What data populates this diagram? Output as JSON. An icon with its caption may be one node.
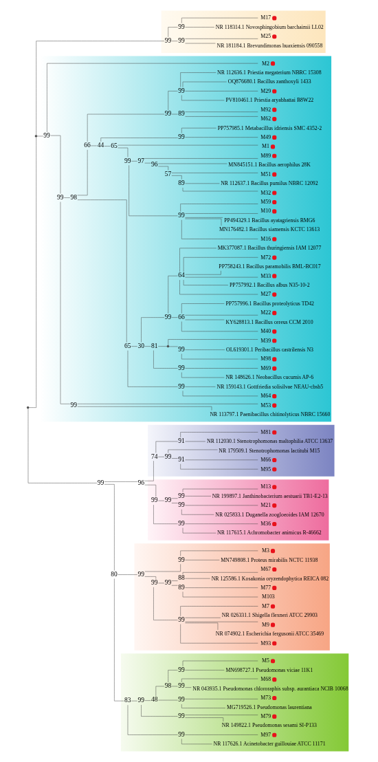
{
  "diagram": {
    "nodes": [
      {
        "text": [],
        "shape": "band"
      },
      {
        "text": [],
        "shape": "band"
      },
      {
        "text": [],
        "shape": "band"
      },
      {
        "text": [],
        "shape": "band"
      },
      {
        "text": [],
        "shape": "band"
      },
      {
        "text": [],
        "shape": "band"
      },
      {
        "text": [
          "NR 112636.1 Priestia megaterium NBRC 15308"
        ],
        "in": 0
      },
      {
        "text": [
          "OQ876680.1 Bacillus zanthoxyli 1433"
        ],
        "in": 0
      },
      {
        "text": [
          "M29"
        ],
        "in": 0
      },
      {
        "text": [
          "PV810461.1 Priestia aryabhattai B8W22"
        ],
        "in": 0
      },
      {
        "text": [
          "M92"
        ],
        "in": 0
      },
      {
        "text": [
          "M62"
        ],
        "in": 0
      },
      {
        "text": [
          "PP757985.1 Metabacillus idriensis SMC 4352-2"
        ],
        "in": 0
      },
      {
        "text": [
          "M49"
        ],
        "in": 0
      },
      {
        "text": [
          "M1"
        ],
        "in": 0
      },
      {
        "text": [
          "NR 112637.1 Bacillus pumilus NBRC 12092"
        ],
        "in": 0
      },
      {
        "text": [
          "M32"
        ],
        "in": 0
      },
      {
        "text": [
          "M51"
        ],
        "in": 0
      },
      {
        "text": [
          "MN845151.1 Bacillus aerophilus 28K"
        ],
        "in": 0
      },
      {
        "text": [
          "M89"
        ],
        "in": 0
      },
      {
        "text": [
          "M59"
        ],
        "in": 0
      },
      {
        "text": [
          "M10"
        ],
        "in": 0
      },
      {
        "text": [
          "PP494329.1 Bacillus ayatagriensis RMG6"
        ],
        "in": 0
      },
      {
        "text": [
          "MN176482.1 Bacillus siamensis KCTC 13613"
        ],
        "in": 0
      },
      {
        "text": [
          "M16"
        ],
        "in": 0
      },
      {
        "text": [
          "MK377087.1 Bacillus thuringiensis IAM 12077"
        ],
        "in": 0
      },
      {
        "text": [
          "M72"
        ],
        "in": 0
      },
      {
        "text": [
          "PP758243.1 Bacillus paramobilis BML-BC017"
        ],
        "in": 0
      },
      {
        "text": [
          "M33"
        ],
        "in": 0
      },
      {
        "text": [
          "PP757992.1 Bacillus albus N35-10-2"
        ],
        "in": 0
      },
      {
        "text": [
          "M27"
        ],
        "in": 0
      },
      {
        "text": [
          "PP757996.1 Bacillus proteolyticus TD42"
        ],
        "in": 0
      },
      {
        "text": [
          "M22"
        ],
        "in": 0
      },
      {
        "text": [
          "KY628813.1 Bacillus cereus CCM 2010"
        ],
        "in": 0
      },
      {
        "text": [
          "M40"
        ],
        "in": 0
      },
      {
        "text": [
          "OL619301.1 Peribacillus castrilensis N3"
        ],
        "in": 0
      },
      {
        "text": [
          "M98"
        ],
        "in": 0
      },
      {
        "text": [
          "M39"
        ],
        "in": 0
      },
      {
        "text": [
          "M69"
        ],
        "in": 0
      },
      {
        "text": [
          "NR 148626.1 Neobacillus cucumis AP-6"
        ],
        "in": 0
      },
      {
        "text": [
          "NR 159143.1 Gottfriedia solisilvae NEAU-cbsb5"
        ],
        "in": 0
      },
      {
        "text": [
          "M64"
        ],
        "in": 0
      },
      {
        "text": [
          "M53"
        ],
        "in": 0
      },
      {
        "text": [
          "NR 113797.1 Paenibacillus chitinolyticus NBRC 15660"
        ],
        "in": 0
      },
      {
        "text": [
          "M2"
        ],
        "in": 0
      },
      {
        "text": [
          "M17"
        ],
        "in": 1
      },
      {
        "text": [
          "NR 118314.1 Novosphingobium barchaimii LL02"
        ],
        "in": 1
      },
      {
        "text": [
          "M25"
        ],
        "in": 1
      },
      {
        "text": [
          "NR 181184.1 Brevundimonas huaxiensis 090558"
        ],
        "in": 1
      },
      {
        "text": [
          "M13"
        ],
        "in": 2
      },
      {
        "text": [
          "NR 199897.1 Janthinobacterium aestuarii TB1-E2-13"
        ],
        "in": 2
      },
      {
        "text": [
          "M21"
        ],
        "in": 2
      },
      {
        "text": [
          "NR 025833.1 Duganella zoogloeoides IAM 12670"
        ],
        "in": 2
      },
      {
        "text": [
          "M36"
        ],
        "in": 2
      },
      {
        "text": [
          "NR 117615.1 Achromobacter animicus R-46662"
        ],
        "in": 2
      },
      {
        "text": [
          "M81"
        ],
        "in": 3
      },
      {
        "text": [
          "NR 112030.1 Stenotrophomonas maltophilia ATCC 13637"
        ],
        "in": 3
      },
      {
        "text": [
          "NR 179509.1 Stenotrophomonas lactitubi M15"
        ],
        "in": 3
      },
      {
        "text": [
          "M66"
        ],
        "in": 3
      },
      {
        "text": [
          "M95"
        ],
        "in": 3
      },
      {
        "text": [
          "M5"
        ],
        "in": 4
      },
      {
        "text": [
          "MN698727.1 Pseudomonas viciae 11K1"
        ],
        "in": 4
      },
      {
        "text": [
          "M68"
        ],
        "in": 4
      },
      {
        "text": [
          "NR 043935.1 Pseudomonas chlororaphis subsp. aurantiaca NCIB 10068"
        ],
        "in": 4
      },
      {
        "text": [
          "M73"
        ],
        "in": 4
      },
      {
        "text": [
          "MG719526.1 Pseudomonas laurentiana"
        ],
        "in": 4
      },
      {
        "text": [
          "M79"
        ],
        "in": 4
      },
      {
        "text": [
          "NR 149822.1 Pseudomonas sesami SI-P133"
        ],
        "in": 4
      },
      {
        "text": [
          "M97"
        ],
        "in": 4
      },
      {
        "text": [
          "NR 117626.1 Acinetobacter guillouiae ATCC 11171"
        ],
        "in": 4
      },
      {
        "text": [
          "M3"
        ],
        "in": 5
      },
      {
        "text": [
          "MN749808.1 Proteus mirabilis NCTC 11938"
        ],
        "in": 5
      },
      {
        "text": [
          "M67"
        ],
        "in": 5
      },
      {
        "text": [
          "NR 125586.1 Kosakonia oryzendophytica REICA 082"
        ],
        "in": 5
      },
      {
        "text": [
          "M77"
        ],
        "in": 5
      },
      {
        "text": [
          "M103"
        ],
        "in": 5
      },
      {
        "text": [
          "M7"
        ],
        "in": 5
      },
      {
        "text": [
          "NR 026331.1 Shigella flexneri ATCC 29903"
        ],
        "in": 5
      },
      {
        "text": [
          "M9"
        ],
        "in": 5
      },
      {
        "text": [
          "NR 074902.1 Escherichia fergusonii ATCC 35469"
        ],
        "in": 5
      },
      {
        "text": [
          "M93"
        ],
        "in": 5
      },
      {
        "text": [],
        "shape": "point"
      },
      {
        "text": [],
        "shape": "point"
      },
      {
        "text": [
          "99"
        ],
        "in": 0
      },
      {
        "text": [
          "99"
        ],
        "in": 0
      },
      {
        "text": [
          "98"
        ],
        "in": 0
      },
      {
        "text": [
          "66"
        ],
        "in": 0
      },
      {
        "text": [
          "99"
        ],
        "in": 0
      },
      {
        "text": [
          "99"
        ],
        "in": 0
      },
      {
        "text": [
          "89"
        ],
        "in": 0
      },
      {
        "text": [
          "44"
        ],
        "in": 0
      },
      {
        "text": [
          "99"
        ],
        "in": 0
      },
      {
        "text": [
          "65"
        ],
        "in": 0
      },
      {
        "text": [
          "99"
        ],
        "in": 0
      },
      {
        "text": [
          "97"
        ],
        "in": 0
      },
      {
        "text": [
          "96"
        ],
        "in": 0
      },
      {
        "text": [
          "57"
        ],
        "in": 0
      },
      {
        "text": [
          "89"
        ],
        "in": 0
      },
      {
        "text": [
          "99"
        ],
        "in": 0
      },
      {
        "text": [
          "65"
        ],
        "in": 0
      },
      {
        "text": [
          "30"
        ],
        "in": 0
      },
      {
        "text": [
          "99"
        ],
        "in": 0
      },
      {
        "text": [
          "64"
        ],
        "in": 0
      },
      {
        "text": [
          "66"
        ],
        "in": 0
      },
      {
        "text": [
          "81"
        ],
        "in": 0
      },
      {
        "text": [],
        "shape": "point",
        "in": 0
      },
      {
        "text": [
          "99"
        ],
        "in": 0
      },
      {
        "text": [
          "99"
        ],
        "in": 0
      },
      {
        "text": [
          "99"
        ],
        "in": 0
      },
      {
        "text": [
          "99"
        ],
        "in": 0
      },
      {
        "text": [
          "99"
        ],
        "in": 1
      },
      {
        "text": [
          "99"
        ],
        "in": 1
      },
      {
        "text": [
          "99"
        ],
        "in": 1
      },
      {
        "text": [
          "99"
        ],
        "in": 2
      },
      {
        "text": [
          "99"
        ],
        "in": 2
      },
      {
        "text": [
          "99"
        ],
        "in": 2
      },
      {
        "text": [
          "99"
        ],
        "in": 2
      },
      {
        "text": [
          "99"
        ],
        "in": 2
      },
      {
        "text": [
          "96"
        ]
      },
      {
        "text": [
          "74"
        ],
        "in": 3
      },
      {
        "text": [
          "91"
        ],
        "in": 3
      },
      {
        "text": [
          "99"
        ],
        "in": 3
      },
      {
        "text": [
          "91"
        ],
        "in": 3
      },
      {
        "text": [
          "99"
        ]
      },
      {
        "text": [
          "80"
        ]
      },
      {
        "text": [
          "83"
        ],
        "in": 4
      },
      {
        "text": [
          "99"
        ],
        "in": 4
      },
      {
        "text": [
          "48"
        ],
        "in": 4
      },
      {
        "text": [
          "98"
        ],
        "in": 4
      },
      {
        "text": [
          "99"
        ],
        "in": 4
      },
      {
        "text": [
          "99"
        ],
        "in": 4
      },
      {
        "text": [
          "99"
        ],
        "in": 4
      },
      {
        "text": [
          "99"
        ],
        "in": 4
      },
      {
        "text": [
          "99"
        ],
        "in": 4
      },
      {
        "text": [
          "99"
        ],
        "in": 5
      },
      {
        "text": [
          "99"
        ],
        "in": 5
      },
      {
        "text": [
          "99"
        ],
        "in": 5
      },
      {
        "text": [
          "99"
        ],
        "in": 5
      },
      {
        "text": [
          "88"
        ],
        "in": 5
      },
      {
        "text": [
          "89"
        ],
        "in": 5
      },
      {
        "text": [
          "99"
        ],
        "in": 5
      }
    ],
    "edges": [
      {
        "from": 81,
        "to": 82,
        "arrow": "none"
      },
      {
        "from": 81,
        "to": 123,
        "arrow": "none"
      },
      {
        "from": 82,
        "to": 83,
        "arrow": "none"
      },
      {
        "from": 82,
        "to": 110,
        "arrow": "none"
      },
      {
        "from": 83,
        "to": 84,
        "arrow": "none"
      },
      {
        "from": 83,
        "to": 44,
        "arrow": "none"
      },
      {
        "from": 84,
        "to": 85,
        "arrow": "none"
      },
      {
        "from": 84,
        "to": 109,
        "arrow": "none"
      },
      {
        "from": 85,
        "to": 86,
        "arrow": "none"
      },
      {
        "from": 85,
        "to": 99,
        "arrow": "none"
      },
      {
        "from": 86,
        "to": 87,
        "arrow": "none"
      },
      {
        "from": 86,
        "to": 90,
        "arrow": "none"
      },
      {
        "from": 87,
        "to": 88,
        "arrow": "none"
      },
      {
        "from": 87,
        "to": 89,
        "arrow": "none"
      },
      {
        "from": 88,
        "to": 6,
        "arrow": "none"
      },
      {
        "from": 88,
        "to": 7,
        "arrow": "none"
      },
      {
        "from": 88,
        "to": 8,
        "arrow": "none"
      },
      {
        "from": 88,
        "to": 9,
        "arrow": "none"
      },
      {
        "from": 89,
        "to": 10,
        "arrow": "none"
      },
      {
        "from": 89,
        "to": 11,
        "arrow": "none"
      },
      {
        "from": 90,
        "to": 91,
        "arrow": "none"
      },
      {
        "from": 90,
        "to": 92,
        "arrow": "none"
      },
      {
        "from": 91,
        "to": 12,
        "arrow": "none"
      },
      {
        "from": 91,
        "to": 13,
        "arrow": "none"
      },
      {
        "from": 92,
        "to": 14,
        "arrow": "none"
      },
      {
        "from": 92,
        "to": 93,
        "arrow": "none"
      },
      {
        "from": 93,
        "to": 94,
        "arrow": "none"
      },
      {
        "from": 93,
        "to": 98,
        "arrow": "none"
      },
      {
        "from": 94,
        "to": 95,
        "arrow": "none"
      },
      {
        "from": 94,
        "to": 19,
        "arrow": "none"
      },
      {
        "from": 95,
        "to": 96,
        "arrow": "none"
      },
      {
        "from": 95,
        "to": 18,
        "arrow": "none"
      },
      {
        "from": 96,
        "to": 97,
        "arrow": "none"
      },
      {
        "from": 96,
        "to": 17,
        "arrow": "none"
      },
      {
        "from": 97,
        "to": 15,
        "arrow": "none"
      },
      {
        "from": 97,
        "to": 16,
        "arrow": "none"
      },
      {
        "from": 98,
        "to": 20,
        "arrow": "none"
      },
      {
        "from": 98,
        "to": 21,
        "arrow": "none"
      },
      {
        "from": 98,
        "to": 22,
        "arrow": "none"
      },
      {
        "from": 98,
        "to": 23,
        "arrow": "none"
      },
      {
        "from": 98,
        "to": 24,
        "arrow": "none"
      },
      {
        "from": 99,
        "to": 100,
        "arrow": "none"
      },
      {
        "from": 99,
        "to": 108,
        "arrow": "none"
      },
      {
        "from": 100,
        "to": 101,
        "arrow": "none"
      },
      {
        "from": 100,
        "to": 104,
        "arrow": "none"
      },
      {
        "from": 101,
        "to": 102,
        "arrow": "none"
      },
      {
        "from": 101,
        "to": 103,
        "arrow": "none"
      },
      {
        "from": 102,
        "to": 25,
        "arrow": "none"
      },
      {
        "from": 102,
        "to": 26,
        "arrow": "none"
      },
      {
        "from": 102,
        "to": 27,
        "arrow": "none"
      },
      {
        "from": 102,
        "to": 28,
        "arrow": "none"
      },
      {
        "from": 102,
        "to": 29,
        "arrow": "none"
      },
      {
        "from": 102,
        "to": 30,
        "arrow": "none"
      },
      {
        "from": 103,
        "to": 31,
        "arrow": "none"
      },
      {
        "from": 103,
        "to": 32,
        "arrow": "none"
      },
      {
        "from": 103,
        "to": 33,
        "arrow": "none"
      },
      {
        "from": 103,
        "to": 34,
        "arrow": "none"
      },
      {
        "from": 104,
        "to": 105,
        "arrow": "none"
      },
      {
        "from": 104,
        "to": 107,
        "arrow": "none"
      },
      {
        "from": 105,
        "to": 106,
        "arrow": "none"
      },
      {
        "from": 105,
        "to": 37,
        "arrow": "none"
      },
      {
        "from": 106,
        "to": 35,
        "arrow": "none"
      },
      {
        "from": 106,
        "to": 36,
        "arrow": "none"
      },
      {
        "from": 107,
        "to": 38,
        "arrow": "none"
      },
      {
        "from": 107,
        "to": 39,
        "arrow": "none"
      },
      {
        "from": 108,
        "to": 40,
        "arrow": "none"
      },
      {
        "from": 108,
        "to": 41,
        "arrow": "none"
      },
      {
        "from": 109,
        "to": 42,
        "arrow": "none"
      },
      {
        "from": 109,
        "to": 43,
        "arrow": "none"
      },
      {
        "from": 110,
        "to": 111,
        "arrow": "none"
      },
      {
        "from": 110,
        "to": 112,
        "arrow": "none"
      },
      {
        "from": 111,
        "to": 45,
        "arrow": "none"
      },
      {
        "from": 111,
        "to": 46,
        "arrow": "none"
      },
      {
        "from": 112,
        "to": 47,
        "arrow": "none"
      },
      {
        "from": 112,
        "to": 48,
        "arrow": "none"
      },
      {
        "from": 123,
        "to": 118,
        "arrow": "none"
      },
      {
        "from": 123,
        "to": 124,
        "arrow": "none"
      },
      {
        "from": 118,
        "to": 113,
        "arrow": "none"
      },
      {
        "from": 118,
        "to": 119,
        "arrow": "none"
      },
      {
        "from": 113,
        "to": 114,
        "arrow": "none"
      },
      {
        "from": 113,
        "to": 117,
        "arrow": "none"
      },
      {
        "from": 114,
        "to": 115,
        "arrow": "none"
      },
      {
        "from": 114,
        "to": 116,
        "arrow": "none"
      },
      {
        "from": 115,
        "to": 49,
        "arrow": "none"
      },
      {
        "from": 115,
        "to": 50,
        "arrow": "none"
      },
      {
        "from": 116,
        "to": 51,
        "arrow": "none"
      },
      {
        "from": 116,
        "to": 52,
        "arrow": "none"
      },
      {
        "from": 117,
        "to": 53,
        "arrow": "none"
      },
      {
        "from": 117,
        "to": 54,
        "arrow": "none"
      },
      {
        "from": 119,
        "to": 120,
        "arrow": "none"
      },
      {
        "from": 119,
        "to": 121,
        "arrow": "none"
      },
      {
        "from": 120,
        "to": 55,
        "arrow": "none"
      },
      {
        "from": 120,
        "to": 56,
        "arrow": "none"
      },
      {
        "from": 121,
        "to": 57,
        "arrow": "none"
      },
      {
        "from": 121,
        "to": 122,
        "arrow": "none"
      },
      {
        "from": 122,
        "to": 58,
        "arrow": "none"
      },
      {
        "from": 122,
        "to": 59,
        "arrow": "none"
      },
      {
        "from": 124,
        "to": 125,
        "arrow": "none"
      },
      {
        "from": 124,
        "to": 134,
        "arrow": "none"
      },
      {
        "from": 125,
        "to": 126,
        "arrow": "none"
      },
      {
        "from": 125,
        "to": 133,
        "arrow": "none"
      },
      {
        "from": 126,
        "to": 127,
        "arrow": "none"
      },
      {
        "from": 126,
        "to": 132,
        "arrow": "none"
      },
      {
        "from": 127,
        "to": 128,
        "arrow": "none"
      },
      {
        "from": 127,
        "to": 131,
        "arrow": "none"
      },
      {
        "from": 128,
        "to": 129,
        "arrow": "none"
      },
      {
        "from": 128,
        "to": 130,
        "arrow": "none"
      },
      {
        "from": 129,
        "to": 60,
        "arrow": "none"
      },
      {
        "from": 129,
        "to": 61,
        "arrow": "none"
      },
      {
        "from": 130,
        "to": 62,
        "arrow": "none"
      },
      {
        "from": 130,
        "to": 63,
        "arrow": "none"
      },
      {
        "from": 131,
        "to": 64,
        "arrow": "none"
      },
      {
        "from": 131,
        "to": 65,
        "arrow": "none"
      },
      {
        "from": 132,
        "to": 66,
        "arrow": "none"
      },
      {
        "from": 132,
        "to": 67,
        "arrow": "none"
      },
      {
        "from": 133,
        "to": 68,
        "arrow": "none"
      },
      {
        "from": 133,
        "to": 69,
        "arrow": "none"
      },
      {
        "from": 134,
        "to": 135,
        "arrow": "none"
      },
      {
        "from": 134,
        "to": 136,
        "arrow": "none"
      },
      {
        "from": 135,
        "to": 70,
        "arrow": "none"
      },
      {
        "from": 135,
        "to": 71,
        "arrow": "none"
      },
      {
        "from": 136,
        "to": 137,
        "arrow": "none"
      },
      {
        "from": 136,
        "to": 140,
        "arrow": "none"
      },
      {
        "from": 137,
        "to": 138,
        "arrow": "none"
      },
      {
        "from": 137,
        "to": 139,
        "arrow": "none"
      },
      {
        "from": 138,
        "to": 72,
        "arrow": "none"
      },
      {
        "from": 138,
        "to": 73,
        "arrow": "none"
      },
      {
        "from": 139,
        "to": 74,
        "arrow": "none"
      },
      {
        "from": 139,
        "to": 75,
        "arrow": "none"
      },
      {
        "from": 140,
        "to": 76,
        "arrow": "none"
      },
      {
        "from": 140,
        "to": 77,
        "arrow": "none"
      },
      {
        "from": 140,
        "to": 78,
        "arrow": "none"
      },
      {
        "from": 140,
        "to": 79,
        "arrow": "none"
      },
      {
        "from": 140,
        "to": 80,
        "arrow": "none"
      }
    ]
  }
}
